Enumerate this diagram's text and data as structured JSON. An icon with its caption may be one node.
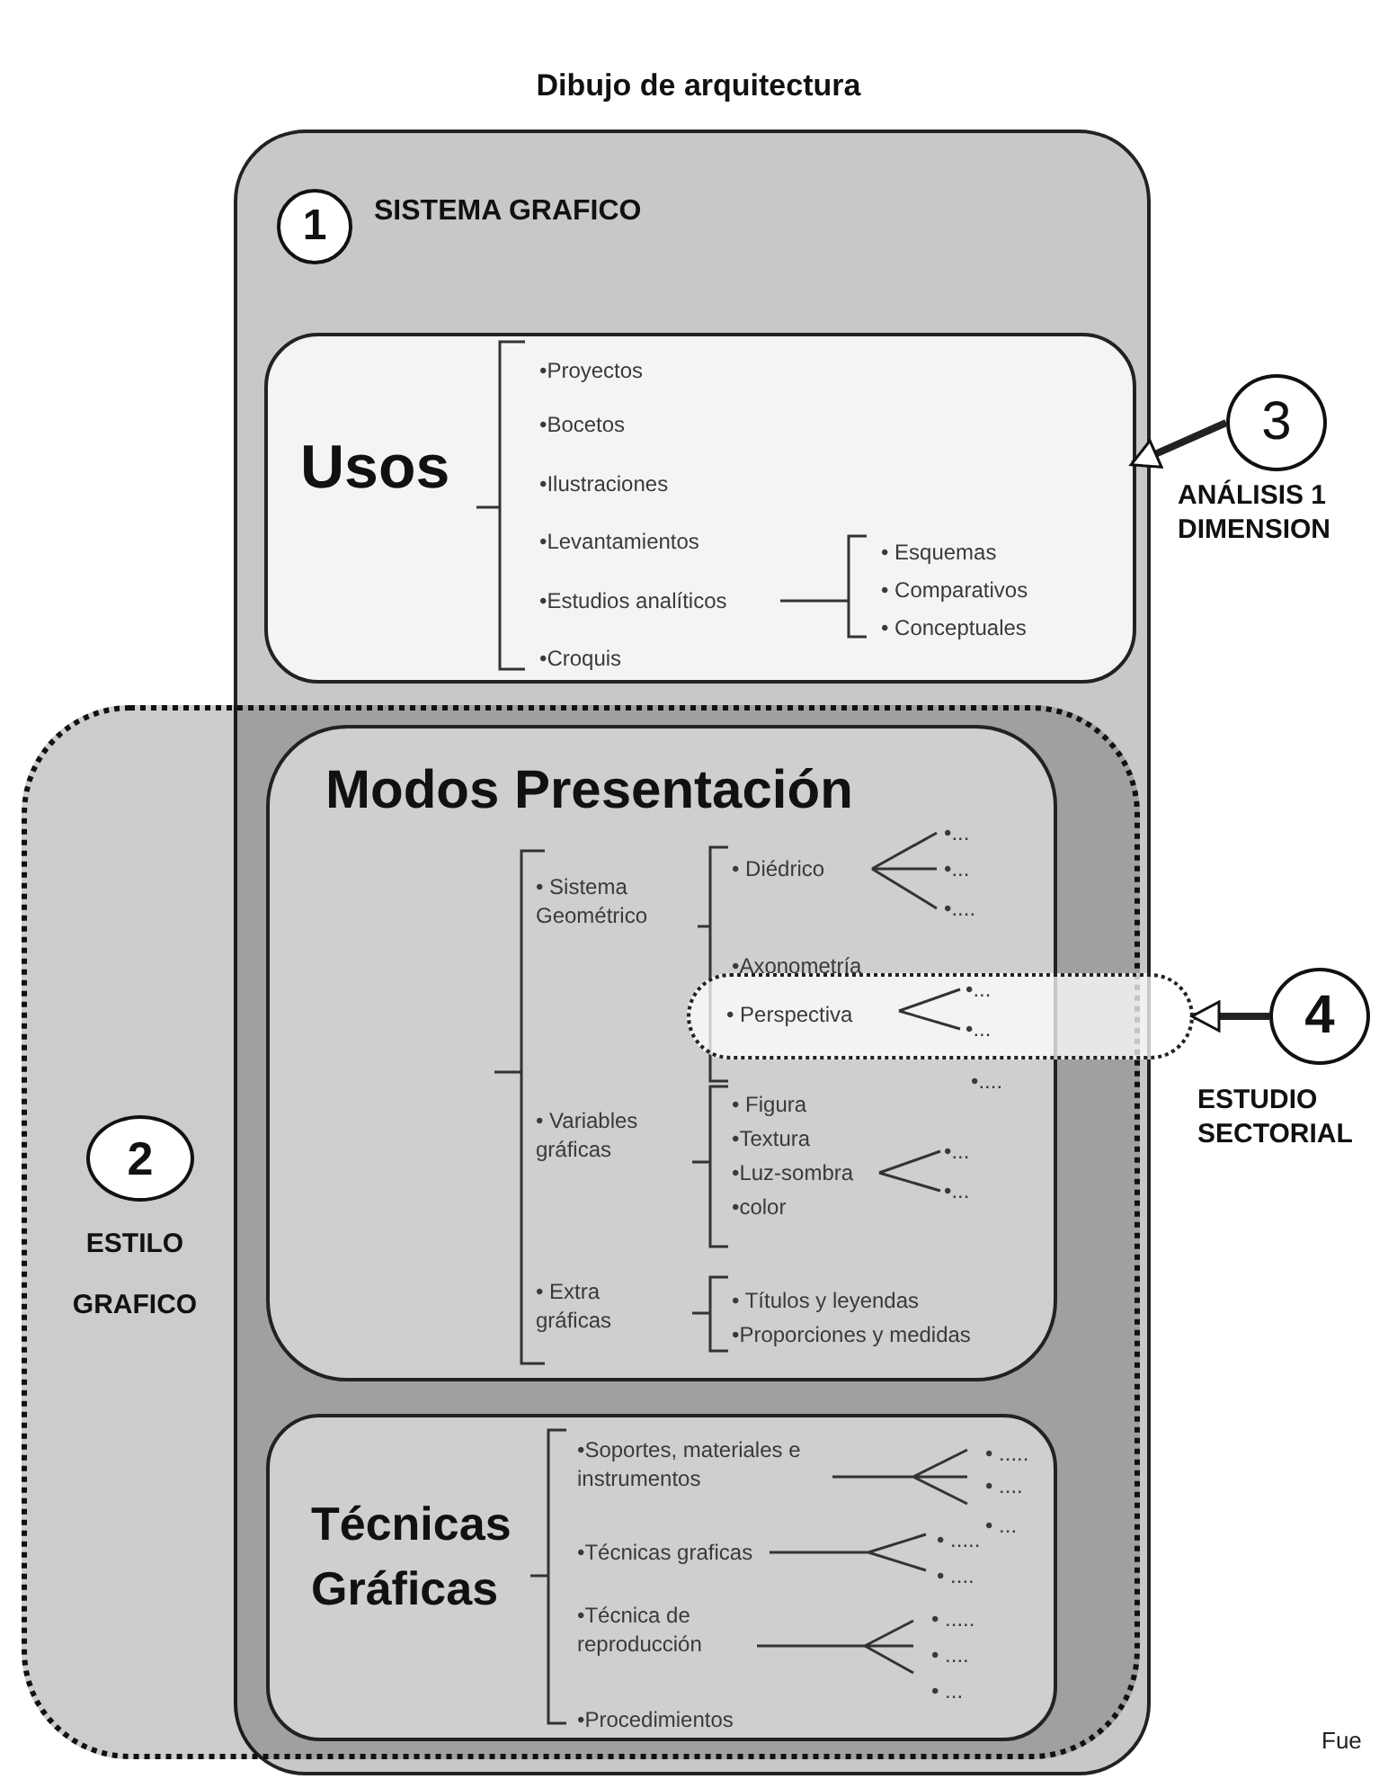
{
  "diagram": {
    "title": "Dibujo de arquitectura",
    "nodes": [
      {
        "text": [
          "SISTEMA GRAFICO"
        ]
      },
      {
        "text": [
          "1"
        ],
        "in": 0
      },
      {
        "text": [
          "Usos",
          "•Proyectos",
          "•Bocetos",
          "•Ilustraciones",
          "•Levantamientos",
          "•Estudios analíticos",
          "•Croquis",
          "• Esquemas",
          "• Comparativos",
          "• Conceptuales"
        ],
        "in": 0
      },
      {
        "text": [
          "ESTILO GRAFICO"
        ]
      },
      {
        "text": [
          "2"
        ],
        "in": 3
      },
      {
        "text": [
          "Modos Presentación",
          "• Sistema Geométrico",
          "• Diédrico",
          "•...",
          "•...",
          "•....",
          "•Axonometría",
          "•....",
          "• Variables gráficas",
          "• Figura",
          "•Textura",
          "•Luz-sombra",
          "•color",
          "•...",
          "•...",
          "• Extra gráficas",
          "• Títulos y leyendas",
          "•Proporciones y medidas"
        ],
        "in": 3
      },
      {
        "text": [
          "Técnicas Gráficas",
          "•Soportes, materiales e instrumentos",
          "• .....",
          "• ....",
          "• ...",
          "•Técnicas graficas",
          "• .....",
          "• ....",
          "•Técnica de reproducción",
          "• .....",
          "• ....",
          "• ...",
          "•Procedimientos"
        ],
        "in": 3
      },
      {
        "text": [
          "• Perspectiva",
          "•...",
          "•..."
        ]
      },
      {
        "text": [
          "3"
        ],
        "beside": [
          "ANÁLISIS 1 DIMENSION"
        ]
      },
      {
        "text": [
          "4"
        ],
        "beside": [
          "ESTUDIO SECTORIAL"
        ]
      }
    ],
    "edges": [
      {
        "from": 8,
        "to": 2,
        "arrow": "to"
      },
      {
        "from": 9,
        "to": 7,
        "arrow": "to"
      }
    ],
    "labels": [
      "Fue"
    ]
  }
}
